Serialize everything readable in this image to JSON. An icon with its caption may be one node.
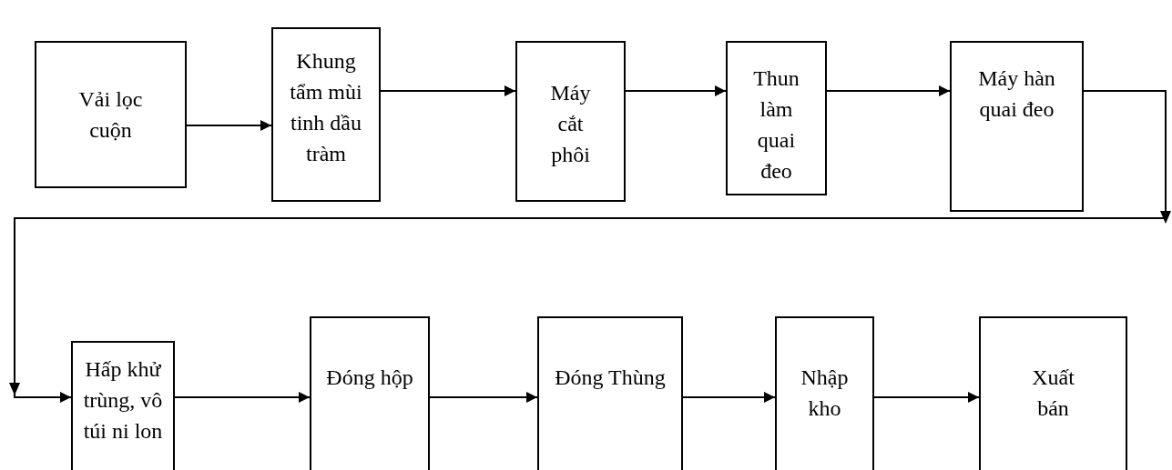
{
  "diagram": {
    "nodes": [
      {
        "text": [
          "Vải lọc cuộn"
        ]
      },
      {
        "text": [
          "Khung tẩm mùi tinh dầu tràm"
        ]
      },
      {
        "text": [
          "Máy cắt phôi"
        ]
      },
      {
        "text": [
          "Thun làm quai đeo"
        ]
      },
      {
        "text": [
          "Máy hàn quai đeo"
        ]
      },
      {
        "text": [
          "Hấp khử trùng, vô túi ni lon"
        ]
      },
      {
        "text": [
          "Đóng hộp"
        ]
      },
      {
        "text": [
          "Đóng Thùng"
        ]
      },
      {
        "text": [
          "Nhập kho"
        ]
      },
      {
        "text": [
          "Xuất bán"
        ]
      }
    ],
    "edges": [
      {
        "from": 0,
        "to": 1,
        "arrow": "to"
      },
      {
        "from": 1,
        "to": 2,
        "arrow": "to"
      },
      {
        "from": 2,
        "to": 3,
        "arrow": "to"
      },
      {
        "from": 3,
        "to": 4,
        "arrow": "to"
      },
      {
        "from": 4,
        "to": 5,
        "arrow": "to"
      },
      {
        "from": 5,
        "to": 6,
        "arrow": "to"
      },
      {
        "from": 6,
        "to": 7,
        "arrow": "to"
      },
      {
        "from": 7,
        "to": 8,
        "arrow": "to"
      },
      {
        "from": 8,
        "to": 9,
        "arrow": "to"
      }
    ]
  }
}
